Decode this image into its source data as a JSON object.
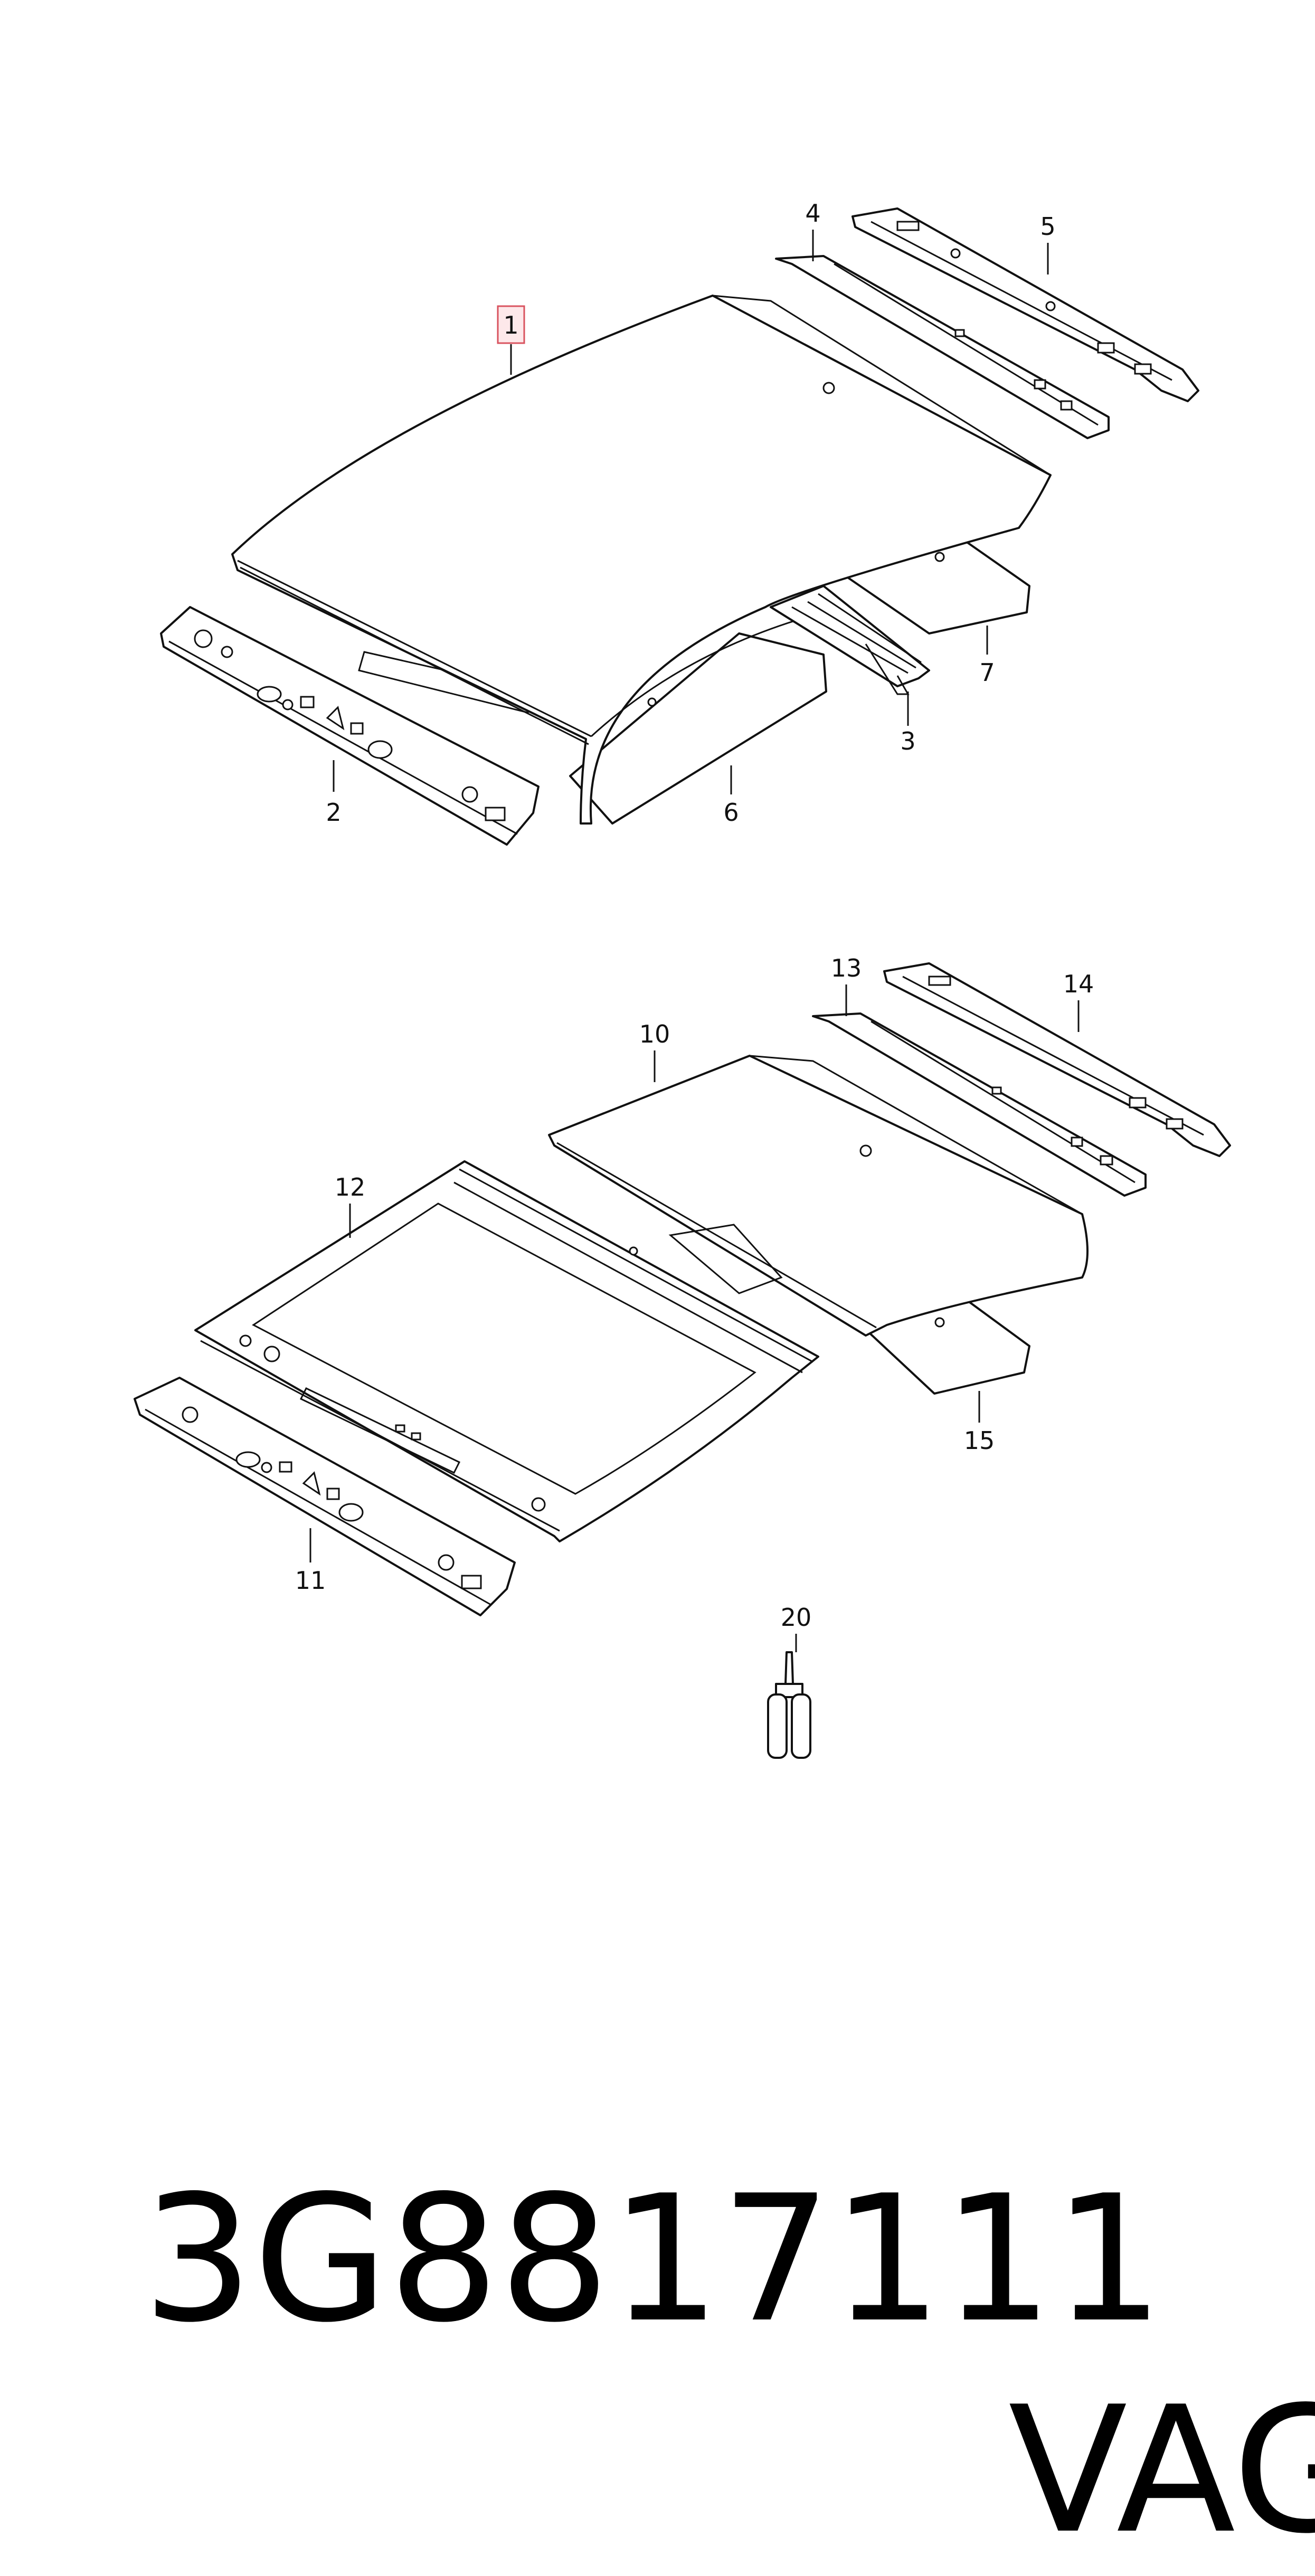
{
  "callouts": {
    "c1": "1",
    "c2": "2",
    "c3": "3",
    "c4": "4",
    "c5": "5",
    "c6": "6",
    "c7": "7",
    "c10": "10",
    "c11": "11",
    "c12": "12",
    "c13": "13",
    "c14": "14",
    "c15": "15",
    "c20": "20"
  },
  "highlighted_callout": "1",
  "highlight_color": "#d9535f",
  "footer": {
    "part_number": "3G8817111",
    "brand": "VAG"
  }
}
